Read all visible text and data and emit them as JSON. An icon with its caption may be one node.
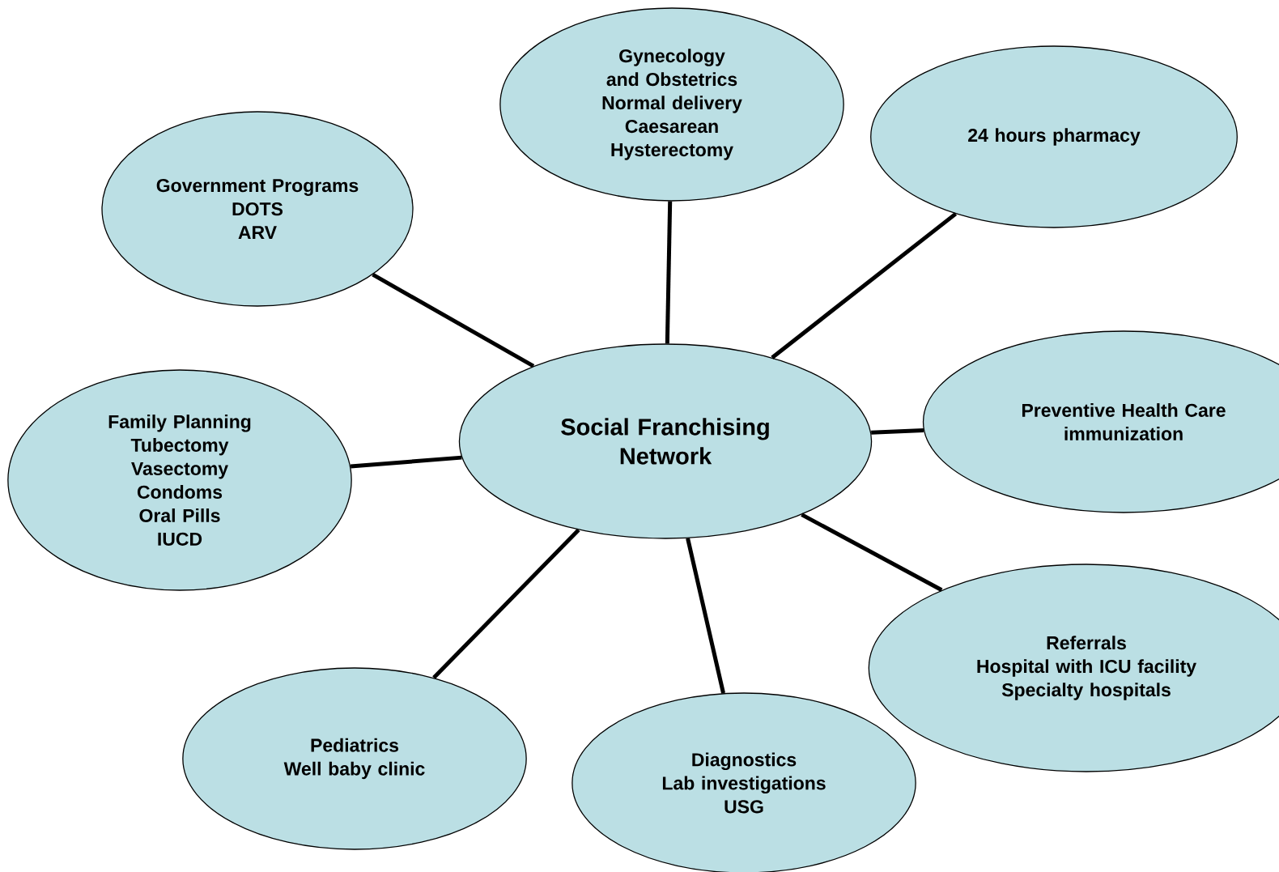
{
  "diagram": {
    "nodes": [
      {
        "text": [
          "Social Franchising Network"
        ]
      },
      {
        "text": [
          "Gynecology and Obstetrics",
          "Normal delivery",
          "Caesarean",
          "Hysterectomy"
        ]
      },
      {
        "text": [
          "24 hours pharmacy"
        ]
      },
      {
        "text": [
          "Preventive Health Care",
          "immunization"
        ]
      },
      {
        "text": [
          "Referrals",
          "Hospital with ICU facility",
          "Specialty hospitals"
        ]
      },
      {
        "text": [
          "Diagnostics",
          "Lab investigations",
          "USG"
        ]
      },
      {
        "text": [
          "Pediatrics",
          "Well baby clinic"
        ]
      },
      {
        "text": [
          "Family Planning",
          "Tubectomy",
          "Vasectomy",
          "Condoms",
          "Oral Pills",
          "IUCD"
        ]
      },
      {
        "text": [
          "Government Programs",
          "DOTS",
          "ARV"
        ]
      }
    ],
    "edges": [
      {
        "from": 0,
        "to": 1,
        "arrow": "none"
      },
      {
        "from": 0,
        "to": 2,
        "arrow": "none"
      },
      {
        "from": 0,
        "to": 3,
        "arrow": "none"
      },
      {
        "from": 0,
        "to": 4,
        "arrow": "none"
      },
      {
        "from": 0,
        "to": 5,
        "arrow": "none"
      },
      {
        "from": 0,
        "to": 6,
        "arrow": "none"
      },
      {
        "from": 0,
        "to": 7,
        "arrow": "none"
      },
      {
        "from": 0,
        "to": 8,
        "arrow": "none"
      }
    ]
  }
}
